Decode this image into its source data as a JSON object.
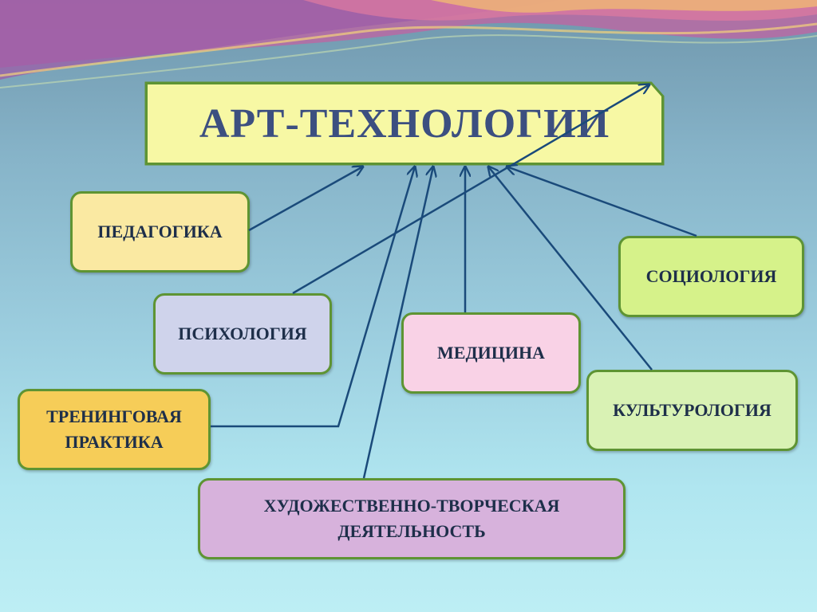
{
  "title": "АРТ-ТЕХНОЛОГИИ",
  "nodes": {
    "pedagogy": "ПЕДАГОГИКА",
    "psychology": "ПСИХОЛОГИЯ",
    "training_line1": "ТРЕНИНГОВАЯ",
    "training_line2": "ПРАКТИКА",
    "medicine": "МЕДИЦИНА",
    "sociology": "СОЦИОЛОГИЯ",
    "culturology": "КУЛЬТУРОЛОГИЯ",
    "art_line1": "ХУДОЖЕСТВЕННО-ТВОРЧЕСКАЯ",
    "art_line2": "ДЕЯТЕЛЬНОСТЬ"
  },
  "colors": {
    "title_fill": "#f7f8a4",
    "title_text": "#3c4f80",
    "border": "#5e9433",
    "arrow": "#1a4a7a",
    "pedagogy_fill": "#fae9a2",
    "psychology_fill": "#cfd3eb",
    "training_fill": "#f6cd58",
    "medicine_fill": "#f9d2e6",
    "sociology_fill": "#d6f28a",
    "culturology_fill": "#d9f2b4",
    "art_fill": "#d7b2dc"
  }
}
